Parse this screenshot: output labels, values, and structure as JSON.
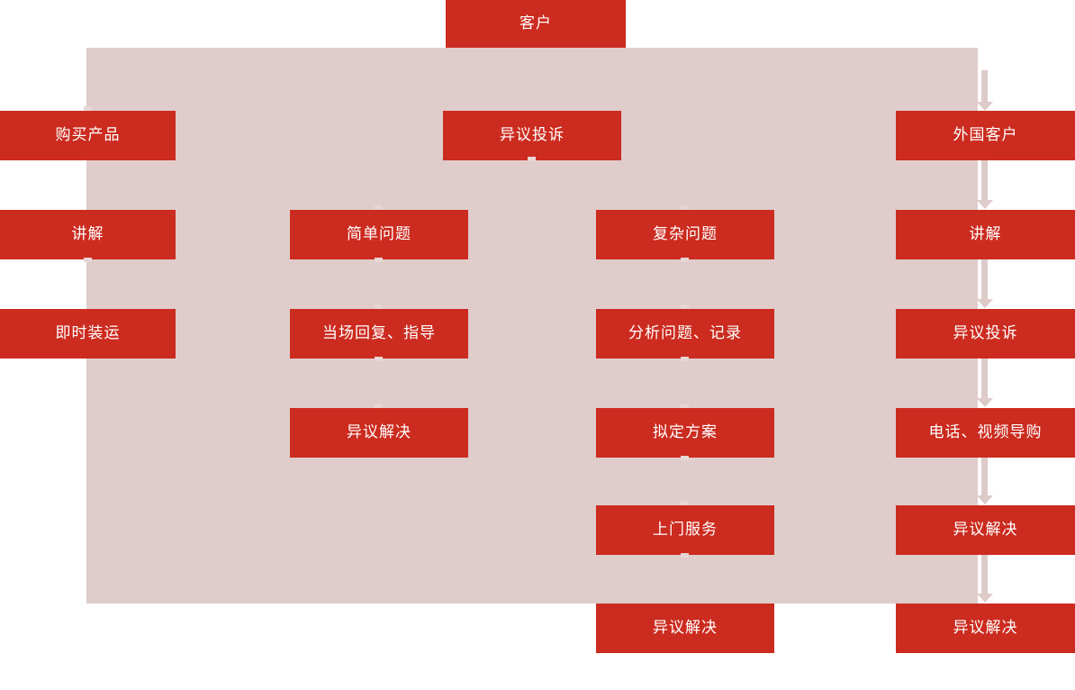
{
  "diagram": {
    "title_node": {
      "label": "客户"
    },
    "colors": {
      "node_fill": "#cc2b1f",
      "node_text": "#ffffff",
      "panel_background": "#dfcccb",
      "connector": "#ddcac9",
      "page_background": "#ffffff"
    },
    "panel": {
      "name": "process-background-panel"
    },
    "lanes": [
      {
        "id": "lane-purchase",
        "nodes": [
          {
            "label": "购买产品"
          },
          {
            "label": "讲解"
          },
          {
            "label": "即时装运"
          }
        ]
      },
      {
        "id": "lane-simple",
        "nodes": [
          {
            "label": "简单问题"
          },
          {
            "label": "当场回复、指导"
          },
          {
            "label": "异议解决"
          }
        ]
      },
      {
        "id": "lane-complaint",
        "nodes": [
          {
            "label": "异议投诉"
          }
        ]
      },
      {
        "id": "lane-complex",
        "nodes": [
          {
            "label": "复杂问题"
          },
          {
            "label": "分析问题、记录"
          },
          {
            "label": "拟定方案"
          },
          {
            "label": "上门服务"
          },
          {
            "label": "异议解决"
          }
        ]
      },
      {
        "id": "lane-foreign",
        "nodes": [
          {
            "label": "外国客户"
          },
          {
            "label": "讲解"
          },
          {
            "label": "异议投诉"
          },
          {
            "label": "电话、视频导购"
          },
          {
            "label": "异议解决"
          },
          {
            "label": "异议解决"
          }
        ]
      }
    ]
  }
}
